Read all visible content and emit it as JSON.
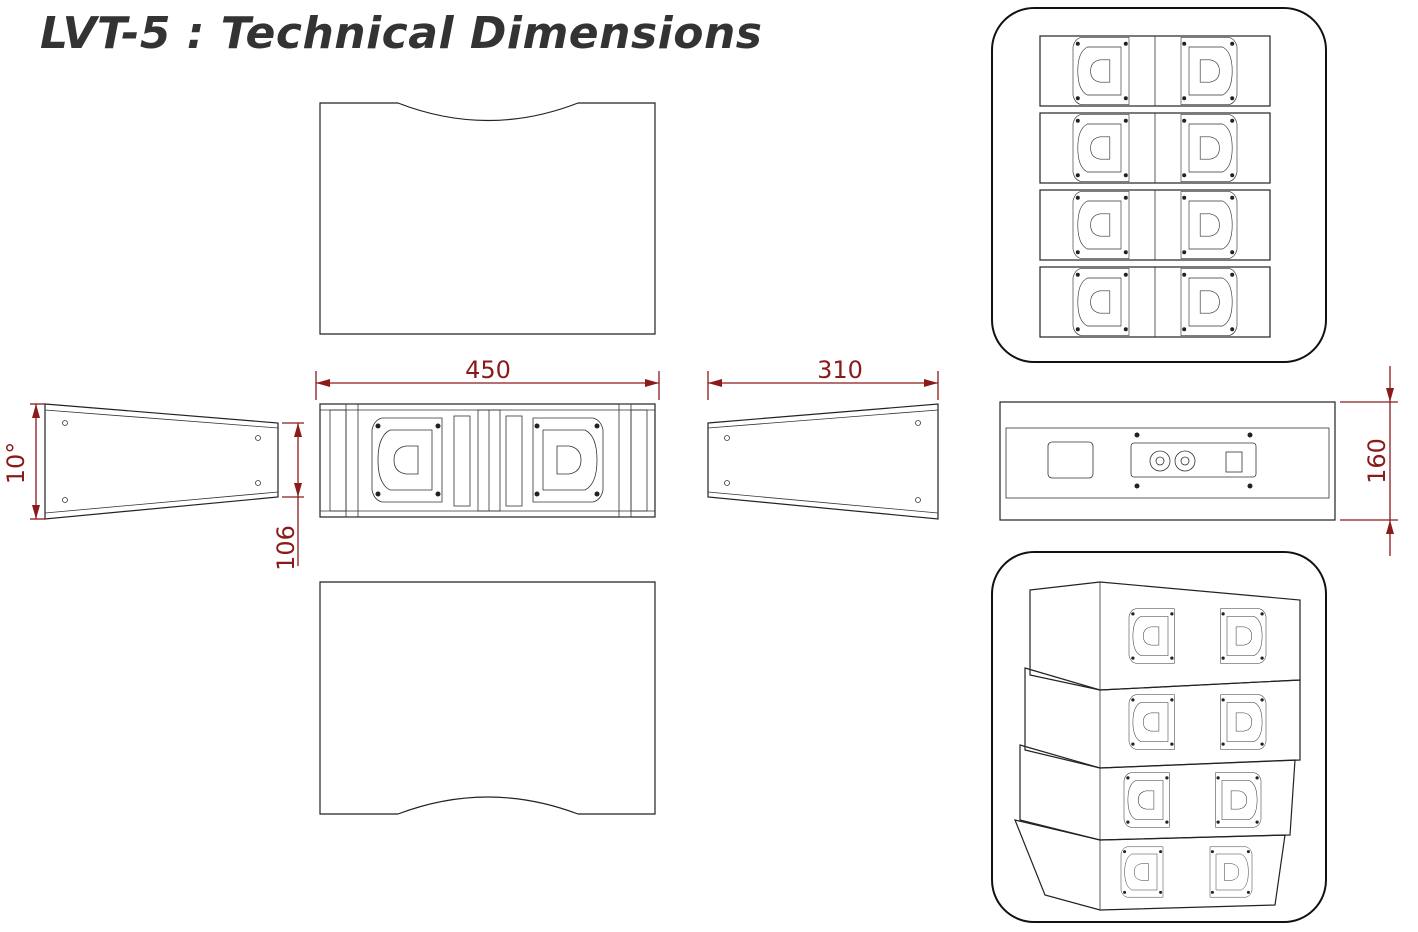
{
  "title": "LVT-5 : Technical Dimensions",
  "colors": {
    "dimension": "#8b1a1a",
    "line": "#222222",
    "title": "#333333"
  },
  "dimensions": {
    "width": "450",
    "depth": "310",
    "height_front": "160",
    "height_rear": "106",
    "angle": "10°"
  }
}
